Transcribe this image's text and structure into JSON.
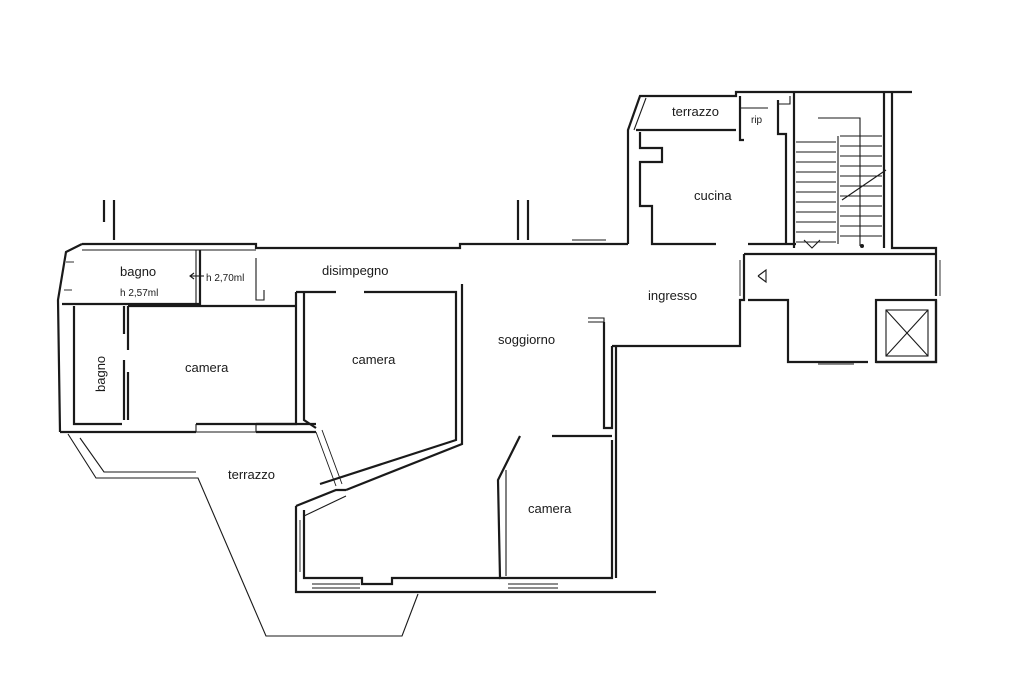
{
  "rooms": {
    "terrazzo_top": "terrazzo",
    "rip": "rip",
    "cucina": "cucina",
    "bagno_main": "bagno",
    "bagno_height": "h 2,57ml",
    "corridor_height": "h 2,70ml",
    "disimpegno": "disimpegno",
    "ingresso": "ingresso",
    "camera_left": "camera",
    "camera_center": "camera",
    "soggiorno": "soggiorno",
    "bagno_side": "bagno",
    "terrazzo_bottom": "terrazzo",
    "camera_bottom": "camera"
  },
  "colors": {
    "line": "#1a1a1a",
    "background": "#ffffff"
  }
}
